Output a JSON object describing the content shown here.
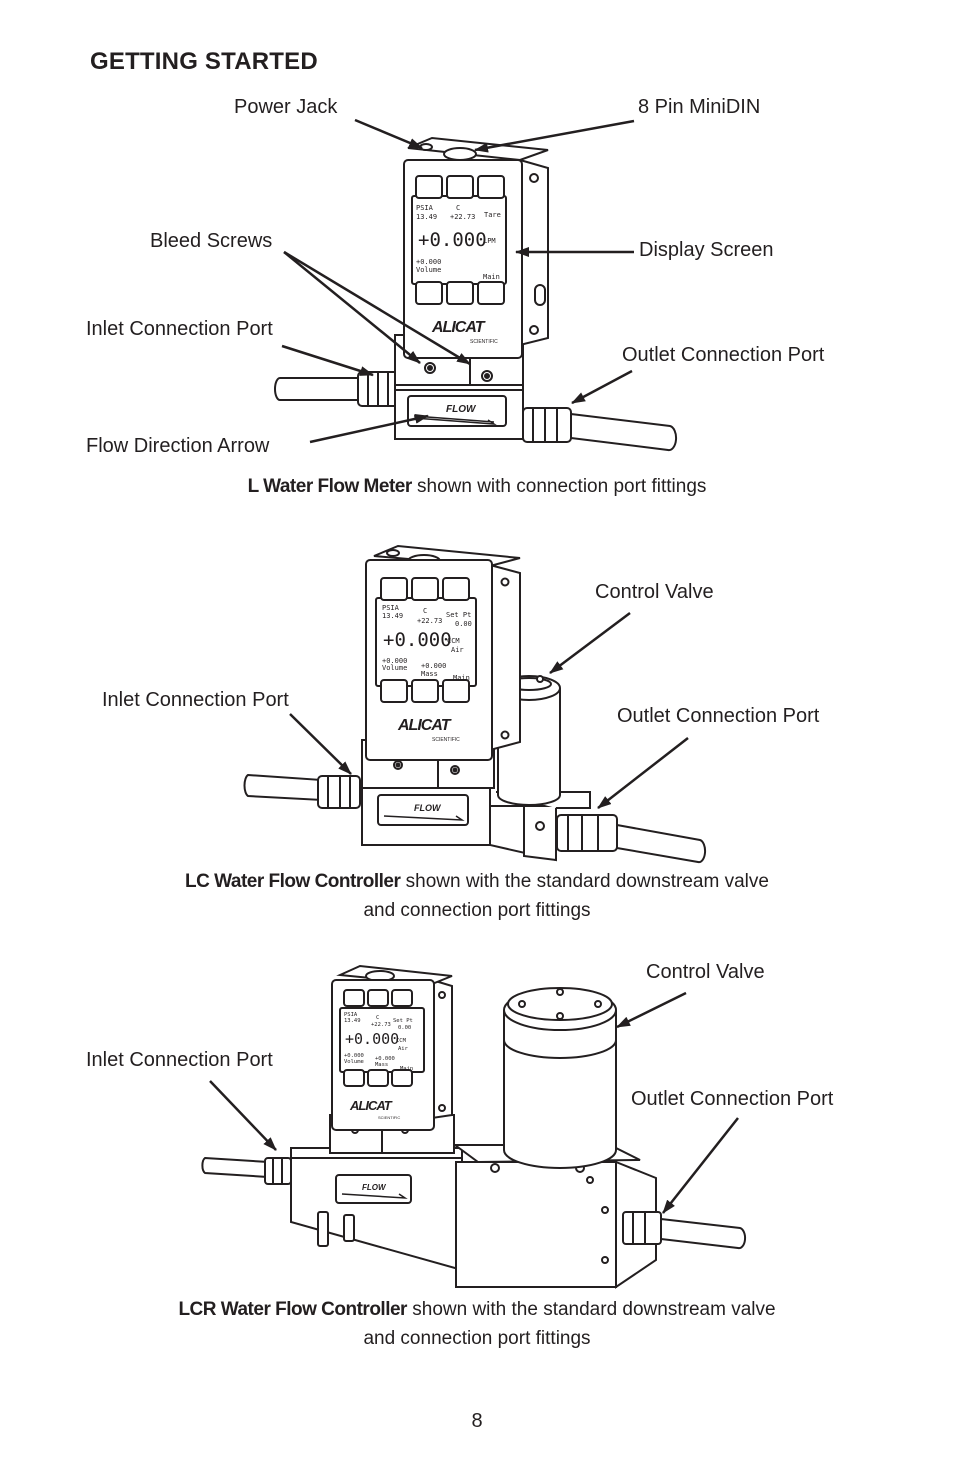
{
  "heading": "GETTING STARTED",
  "figure1": {
    "labels": {
      "power_jack": "Power Jack",
      "minidin": "8 Pin MiniDIN",
      "bleed_screws": "Bleed Screws",
      "display_screen": "Display Screen",
      "inlet": "Inlet Connection Port",
      "outlet": "Outlet Connection Port",
      "flow_arrow": "Flow Direction Arrow"
    },
    "screen": {
      "r1a": "PSIA",
      "r1b": "C",
      "r1c": "Tare",
      "r2a": "13.49",
      "r2b": "+22.73",
      "main": "+0.000",
      "unit": "LPM",
      "r4a": "+0.000",
      "r5a": "Volume",
      "r5c": "Main"
    },
    "caption_bold": "L Water Flow Meter",
    "caption_rest": " shown with connection port fittings"
  },
  "figure2": {
    "labels": {
      "control_valve": "Control Valve",
      "inlet": "Inlet Connection Port",
      "outlet": "Outlet Connection Port"
    },
    "screen": {
      "r1a": "PSIA",
      "r1b": "C",
      "r1c": "Set Pt",
      "r2a": "13.49",
      "r2b": "+22.73",
      "r2c": "0.00",
      "main": "+0.000",
      "unit": "CCM",
      "unit2": "Air",
      "r4a": "+0.000",
      "r4b": "+0.000",
      "r5a": "Volume",
      "r5b": "Mass",
      "r5c": "Main"
    },
    "caption_bold": "LC Water Flow Controller",
    "caption_rest": " shown with the standard downstream valve",
    "caption_line2": "and connection port fittings"
  },
  "figure3": {
    "labels": {
      "control_valve": "Control Valve",
      "inlet": "Inlet Connection Port",
      "outlet": "Outlet Connection Port"
    },
    "screen": {
      "r1a": "PSIA",
      "r1b": "C",
      "r1c": "Set Pt",
      "r2a": "13.49",
      "r2b": "+22.73",
      "r2c": "0.00",
      "main": "+0.000",
      "unit": "CCM",
      "unit2": "Air",
      "r4a": "+0.000",
      "r4b": "+0.000",
      "r5a": "Volume",
      "r5b": "Mass",
      "r5c": "Main"
    },
    "caption_bold": "LCR Water Flow Controller",
    "caption_rest": " shown with the standard downstream valve",
    "caption_line2": "and connection port fittings"
  },
  "brand": {
    "logo": "ALICAT",
    "sub": "SCIENTIFIC",
    "flow_text": "FLOW"
  },
  "page_number": "8"
}
